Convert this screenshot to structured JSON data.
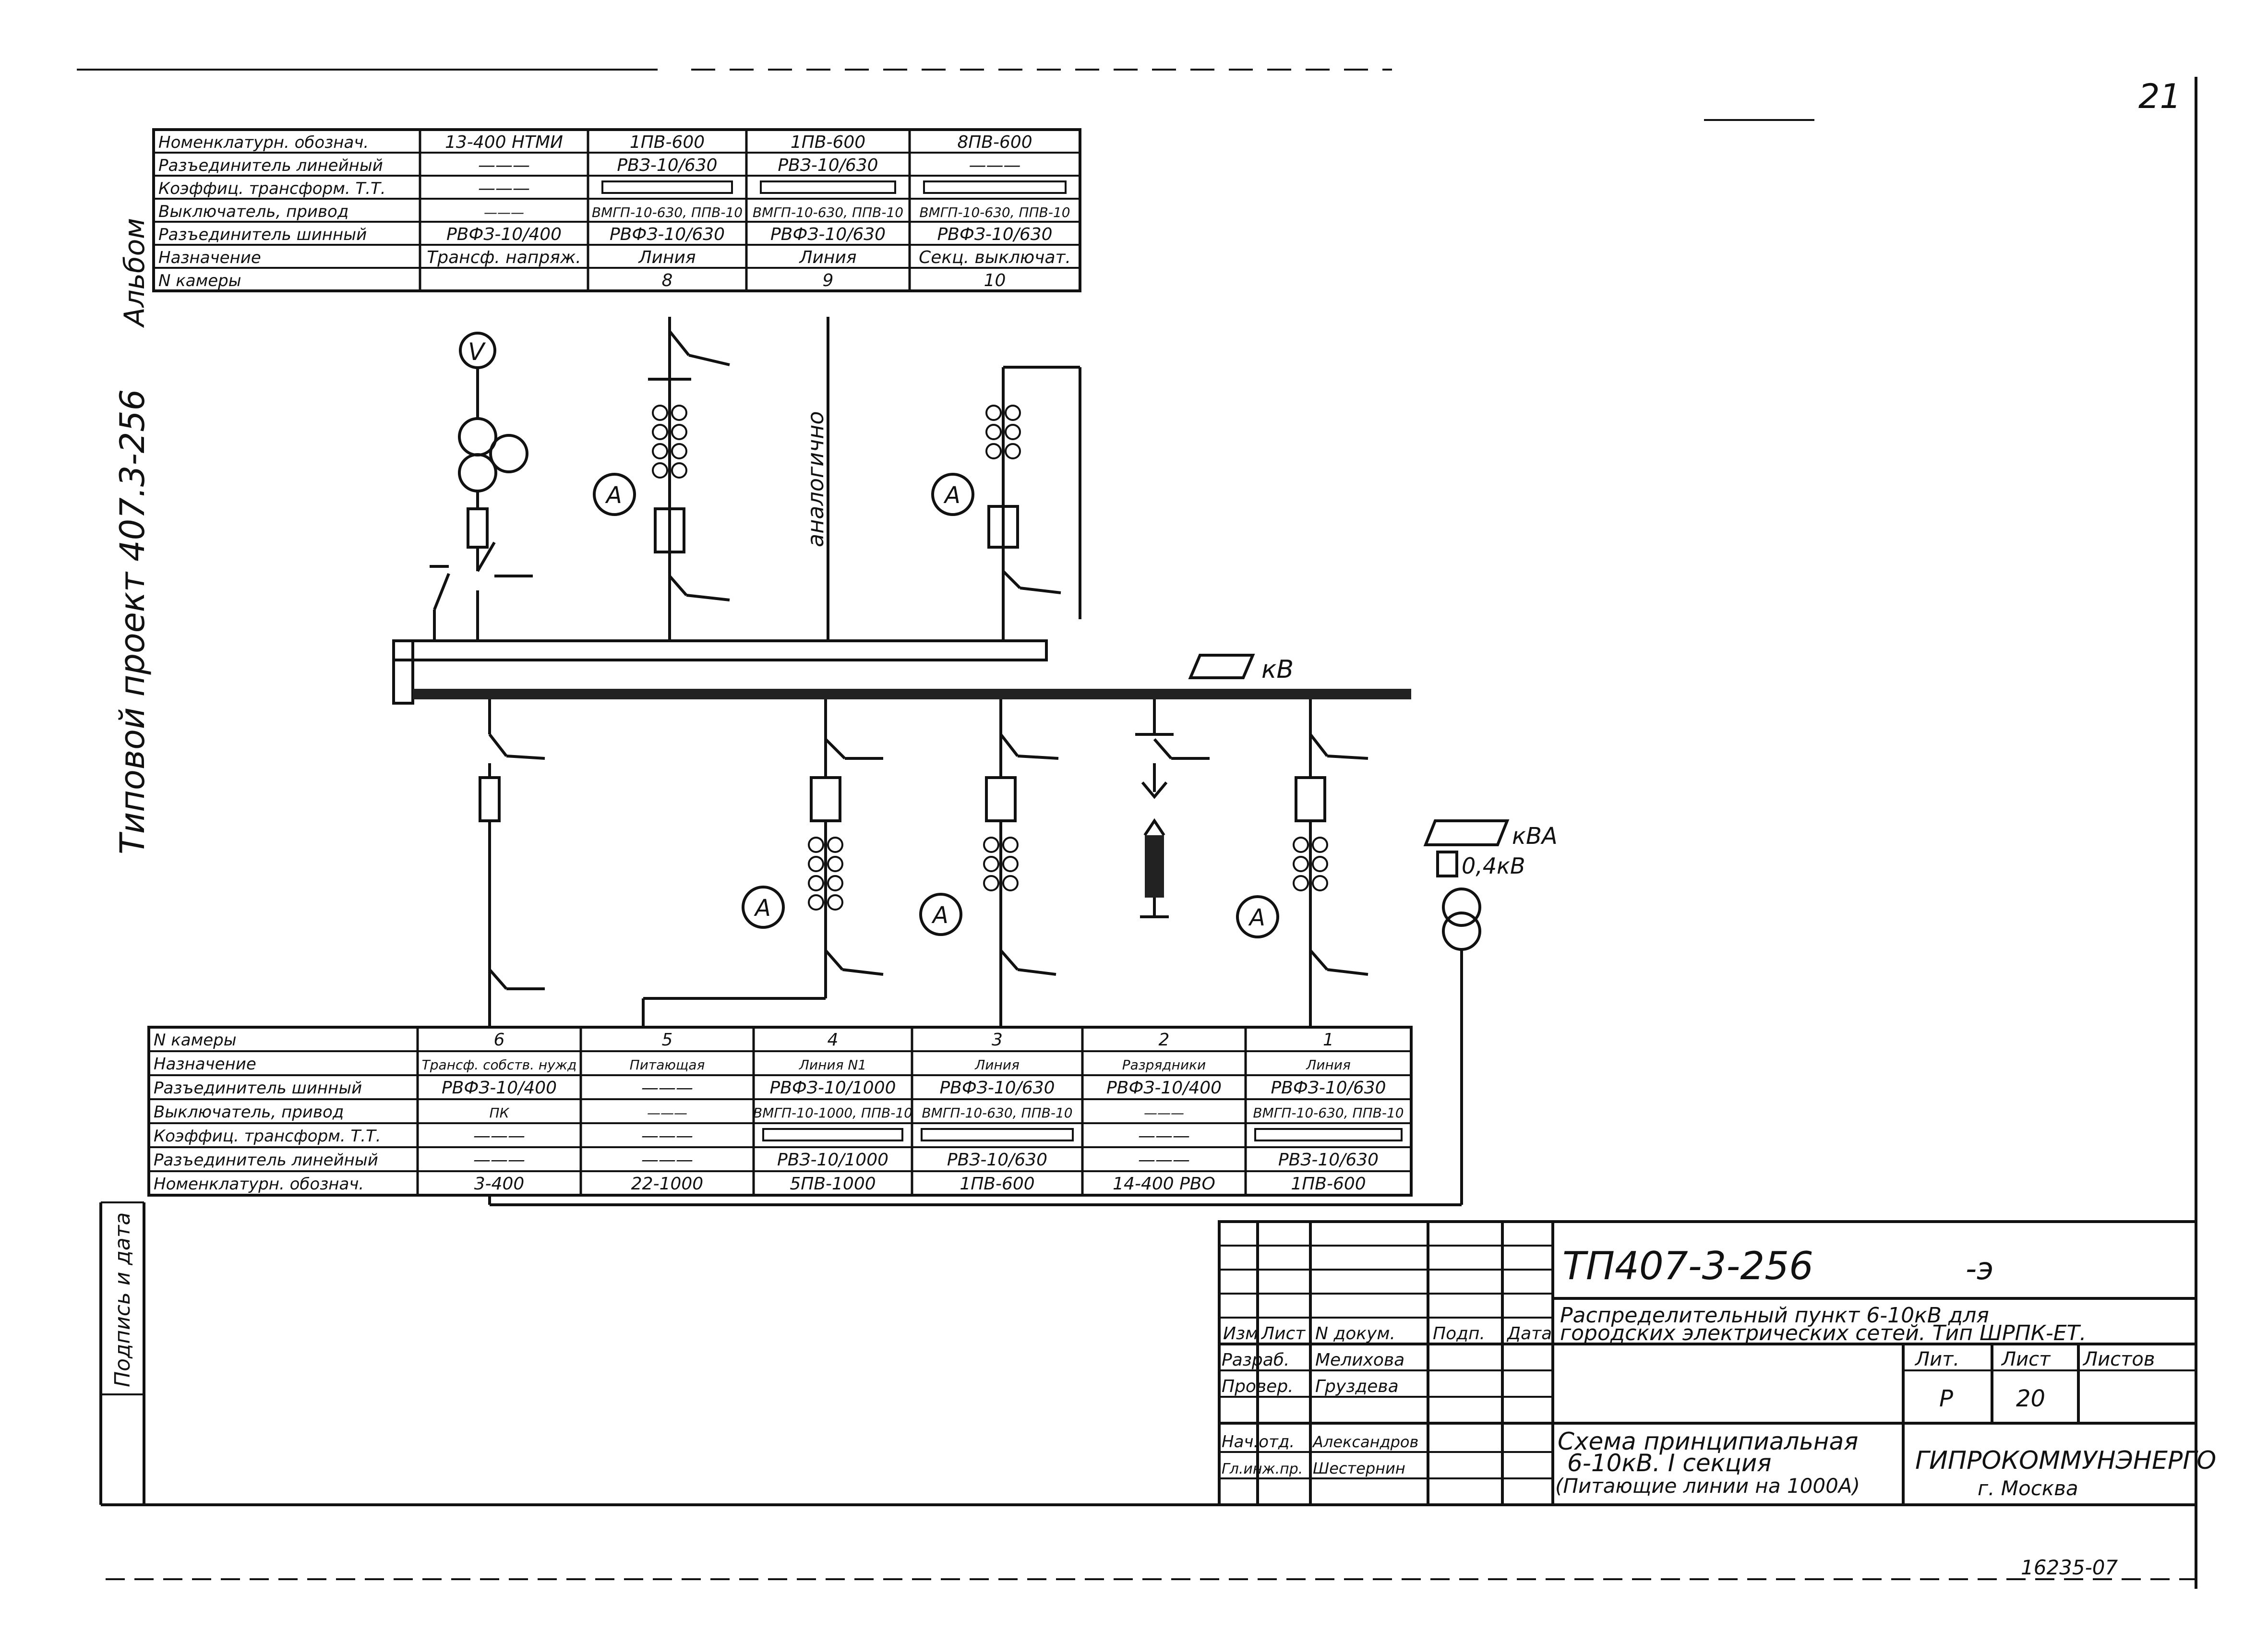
{
  "sheet_number": "21",
  "side_labels": {
    "album": "Альбом",
    "project": "Типовой проект 407.3-256",
    "signature_strip": "Подпись и дата"
  },
  "top_table": {
    "row_labels": [
      "Номенклатурн. обознач.",
      "Разъединитель линейный",
      "Коэффиц. трансформ. Т.Т.",
      "Выключатель, привод",
      "Разъединитель шинный",
      "Назначение",
      "N камеры"
    ],
    "columns": [
      {
        "nomenclature": "13-400 НТМИ",
        "line_disconnector": "———",
        "ct_ratio": "———",
        "breaker": "———",
        "bus_disconnector": "РВФЗ-10/400",
        "purpose": "Трансф. напряж.",
        "cell": ""
      },
      {
        "nomenclature": "1ПВ-600",
        "line_disconnector": "РВЗ-10/630",
        "ct_ratio": "",
        "breaker": "ВМГП-10-630, ППВ-10",
        "bus_disconnector": "РВФЗ-10/630",
        "purpose": "Линия",
        "cell": "8"
      },
      {
        "nomenclature": "1ПВ-600",
        "line_disconnector": "РВЗ-10/630",
        "ct_ratio": "",
        "breaker": "ВМГП-10-630, ППВ-10",
        "bus_disconnector": "РВФЗ-10/630",
        "purpose": "Линия",
        "cell": "9"
      },
      {
        "nomenclature": "8ПВ-600",
        "line_disconnector": "———",
        "ct_ratio": "",
        "breaker": "ВМГП-10-630, ППВ-10",
        "bus_disconnector": "РВФЗ-10/630",
        "purpose": "Секц. выключат.",
        "cell": "10"
      }
    ]
  },
  "bottom_table": {
    "row_labels": [
      "N камеры",
      "Назначение",
      "Разъединитель шинный",
      "Выключатель, привод",
      "Коэффиц. трансформ. Т.Т.",
      "Разъединитель линейный",
      "Номенклатурн. обознач."
    ],
    "columns": [
      {
        "cell": "6",
        "purpose": "Трансф. собств. нужд",
        "bus_disconnector": "РВФЗ-10/400",
        "breaker": "ПК",
        "ct_ratio": "———",
        "line_disconnector": "———",
        "nomenclature": "3-400"
      },
      {
        "cell": "5",
        "purpose": "Питающая",
        "bus_disconnector": "———",
        "breaker": "———",
        "ct_ratio": "———",
        "line_disconnector": "———",
        "nomenclature": "22-1000"
      },
      {
        "cell": "4",
        "purpose": "Линия N1",
        "bus_disconnector": "РВФЗ-10/1000",
        "breaker": "ВМГП-10-1000, ППВ-10",
        "ct_ratio": "",
        "line_disconnector": "РВЗ-10/1000",
        "nomenclature": "5ПВ-1000"
      },
      {
        "cell": "3",
        "purpose": "Линия",
        "bus_disconnector": "РВФЗ-10/630",
        "breaker": "ВМГП-10-630, ППВ-10",
        "ct_ratio": "",
        "line_disconnector": "РВЗ-10/630",
        "nomenclature": "1ПВ-600"
      },
      {
        "cell": "2",
        "purpose": "Разрядники",
        "bus_disconnector": "РВФЗ-10/400",
        "breaker": "———",
        "ct_ratio": "———",
        "line_disconnector": "———",
        "nomenclature": "14-400 РВО"
      },
      {
        "cell": "1",
        "purpose": "Линия",
        "bus_disconnector": "РВФЗ-10/630",
        "breaker": "ВМГП-10-630, ППВ-10",
        "ct_ratio": "",
        "line_disconnector": "РВЗ-10/630",
        "nomenclature": "1ПВ-600"
      }
    ]
  },
  "diagram": {
    "voltage_label": "кВ",
    "vertical_note": "аналогично",
    "ammeter": "A",
    "voltmeter": "V",
    "aux_transformer_kva": "кВА",
    "aux_transformer_kv": "0,4кВ"
  },
  "title_block": {
    "code": "ТП407-3-256",
    "suffix": "-э",
    "description_line1": "Распределительный пункт 6-10кВ для",
    "description_line2": "городских электрических сетей. Тип ШРПК-ЕТ.",
    "col_headers": [
      "Изм",
      "Лист",
      "N докум.",
      "Подп.",
      "Дата"
    ],
    "people": [
      {
        "role": "Разраб.",
        "name": "Мелихова"
      },
      {
        "role": "Провер.",
        "name": "Груздева"
      },
      {
        "role": "Нач.отд.",
        "name": "Александров"
      },
      {
        "role": "Гл.инж.пр.",
        "name": "Шестернин"
      }
    ],
    "lit_label": "Лит.",
    "sheet_label": "Лист",
    "sheets_label": "Листов",
    "lit_value": "Р",
    "sheet_value": "20",
    "drawing_title_1": "Схема принципиальная",
    "drawing_title_2": "6-10кВ. I секция",
    "drawing_title_3": "(Питающие линии на 1000А)",
    "org_name": "ГИПРОКОММУНЭНЕРГО",
    "org_city": "г. Москва"
  },
  "stamp_number": "16235-07"
}
